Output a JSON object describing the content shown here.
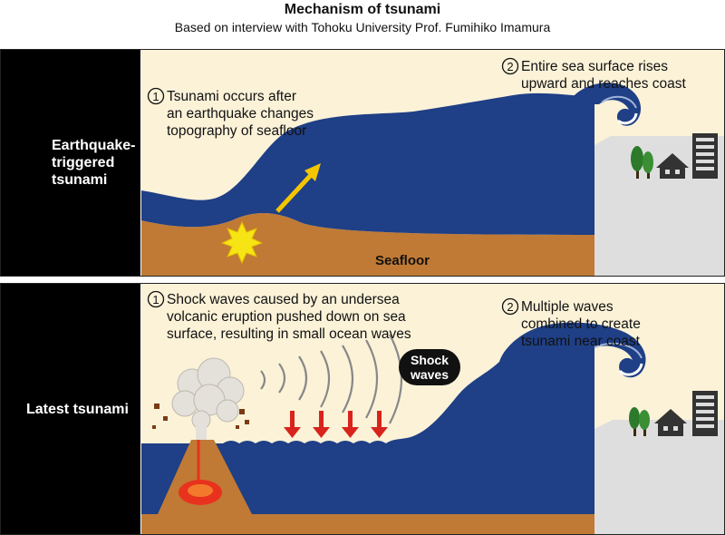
{
  "header": {
    "title": "Mechanism of tsunami",
    "subtitle": "Based on interview with Tohoku University Prof. Fumihiko Imamura"
  },
  "panel_1": {
    "label_lines": [
      "Earthquake-",
      "triggered",
      "tsunami"
    ],
    "step1_num": "1",
    "step1_lines": [
      "Tsunami occurs after",
      "an earthquake changes",
      "topography of seafloor"
    ],
    "step2_num": "2",
    "step2_lines": [
      "Entire sea surface rises",
      "upward and reaches coast"
    ],
    "seafloor_label": "Seafloor"
  },
  "panel_2": {
    "label": "Latest tsunami",
    "step1_num": "1",
    "step1_lines": [
      "Shock waves caused by an undersea",
      "volcanic eruption pushed down on sea",
      "surface, resulting in small ocean waves"
    ],
    "step2_num": "2",
    "step2_lines": [
      "Multiple waves",
      "combined to create",
      "tsunami near coast"
    ],
    "shock_badge_lines": [
      "Shock",
      "waves"
    ]
  },
  "colors": {
    "sky": "#fbf2d8",
    "ocean": "#1f3f86",
    "seafloor": "#c07a35",
    "coast": "#dedede",
    "arrow_up": "#f2c500",
    "arrow_down": "#d8241c",
    "magma": "#e8321e"
  }
}
